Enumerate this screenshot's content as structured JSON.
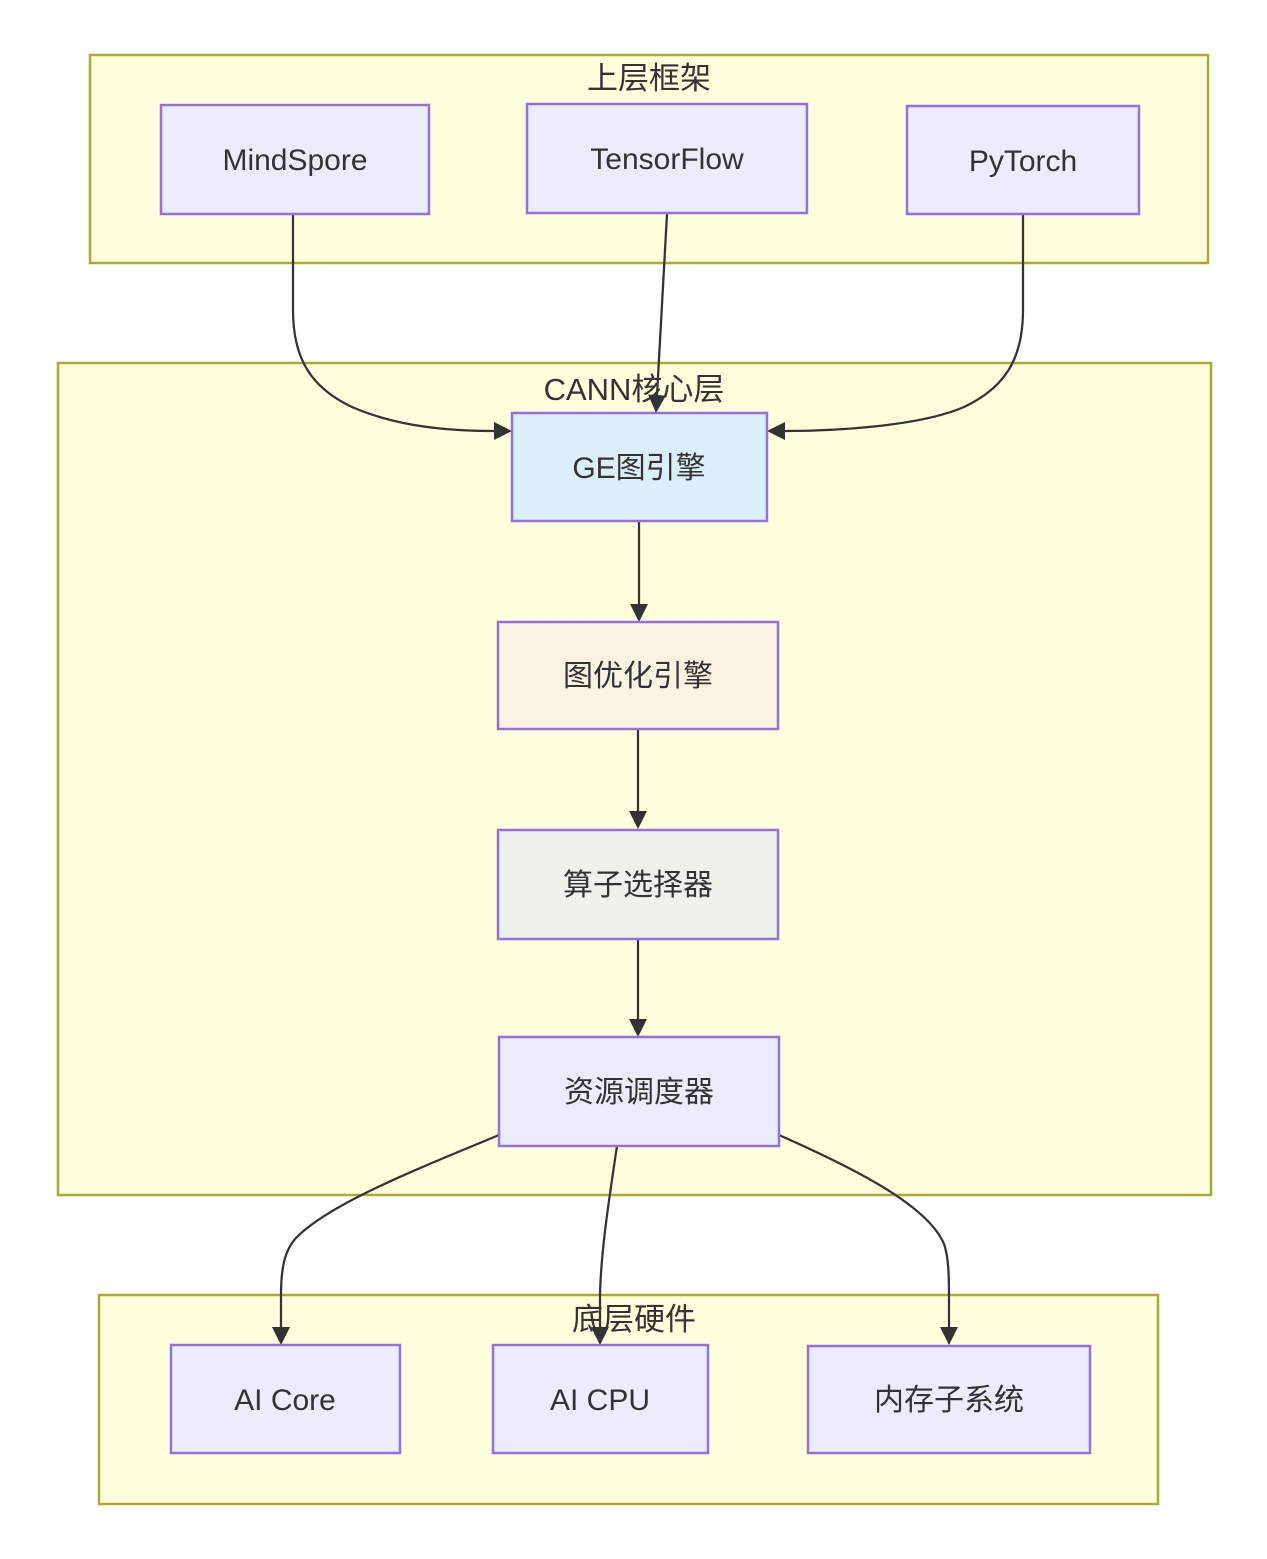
{
  "clusters": {
    "upper": {
      "title": "上层框架"
    },
    "cann": {
      "title": "CANN核心层"
    },
    "hardware": {
      "title": "底层硬件"
    }
  },
  "nodes": {
    "mindspore": {
      "label": "MindSpore"
    },
    "tensorflow": {
      "label": "TensorFlow"
    },
    "pytorch": {
      "label": "PyTorch"
    },
    "ge": {
      "label": "GE图引擎"
    },
    "optimizer": {
      "label": "图优化引擎"
    },
    "selector": {
      "label": "算子选择器"
    },
    "scheduler": {
      "label": "资源调度器"
    },
    "aicore": {
      "label": "AI Core"
    },
    "aicpu": {
      "label": "AI CPU"
    },
    "memory": {
      "label": "内存子系统"
    }
  },
  "edges": [
    {
      "from": "MindSpore",
      "to": "GE图引擎"
    },
    {
      "from": "TensorFlow",
      "to": "GE图引擎"
    },
    {
      "from": "PyTorch",
      "to": "GE图引擎"
    },
    {
      "from": "GE图引擎",
      "to": "图优化引擎"
    },
    {
      "from": "图优化引擎",
      "to": "算子选择器"
    },
    {
      "from": "算子选择器",
      "to": "资源调度器"
    },
    {
      "from": "资源调度器",
      "to": "AI Core"
    },
    {
      "from": "资源调度器",
      "to": "AI CPU"
    },
    {
      "from": "资源调度器",
      "to": "内存子系统"
    }
  ],
  "colors": {
    "cluster-fill": "#ffffde",
    "cluster-border": "#aaaa33",
    "node-fill": "#ececff",
    "node-border": "#9370db",
    "ge-fill": "#dbeffa",
    "optimizer-fill": "#fbf3e2",
    "selector-fill": "#edf2eb",
    "edge-color": "#333333",
    "text-color": "#333333"
  }
}
